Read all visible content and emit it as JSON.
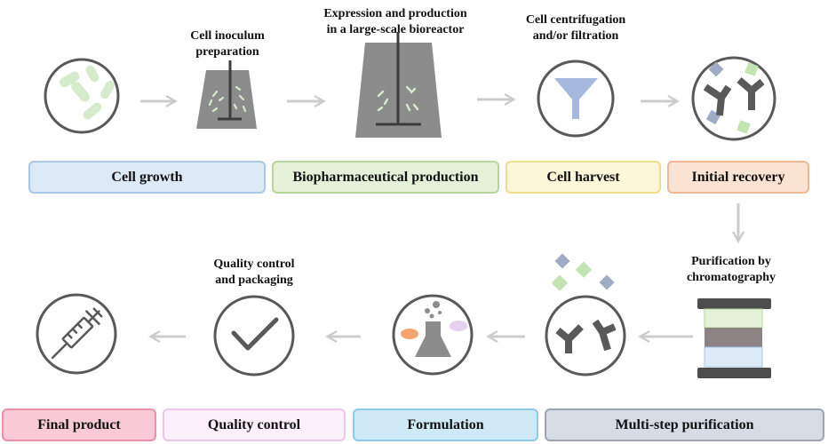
{
  "top_row": {
    "steps": [
      {
        "caption": "",
        "stage": "Cell growth"
      },
      {
        "caption_lines": [
          "Cell inoculum",
          "preparation"
        ],
        "stage": "Biopharmaceutical production"
      },
      {
        "caption_lines": [
          "Expression and production",
          "in a large-scale bioreactor"
        ]
      },
      {
        "caption_lines": [
          "Cell centrifugation",
          "and/or filtration"
        ],
        "stage": "Cell harvest"
      },
      {
        "caption": "",
        "stage": "Initial recovery"
      }
    ]
  },
  "side": {
    "caption_lines": [
      "Purification by",
      "chromatography"
    ]
  },
  "bottom_row": {
    "caption_lines": [
      "Quality control",
      "and packaging"
    ],
    "stages": [
      "Final product",
      "Quality control",
      "Formulation",
      "Multi-step purification"
    ]
  },
  "colors": {
    "cell_growth": {
      "fill": "#dce9f6",
      "border": "#a9c8e6"
    },
    "biopharma": {
      "fill": "#e4f0d8",
      "border": "#b6d69a"
    },
    "harvest": {
      "fill": "#fdf6d8",
      "border": "#f1dc8c"
    },
    "recovery": {
      "fill": "#fbe3d3",
      "border": "#f0b994"
    },
    "final": {
      "fill": "#f9c9d6",
      "border": "#ee90a8"
    },
    "quality": {
      "fill": "#fcf0fa",
      "border": "#efc6e8"
    },
    "formulation": {
      "fill": "#cfe9f7",
      "border": "#8fcaea"
    },
    "multistep": {
      "fill": "#d6dbe4",
      "border": "#9aa4b4"
    },
    "icon_stroke": "#595959",
    "arrow": "#cccccc"
  },
  "icons": [
    "cells-icon",
    "flask-icon",
    "bioreactor-icon",
    "funnel-icon",
    "antibody-icon",
    "column-icon",
    "antibody-icon",
    "beaker-icon",
    "check-icon",
    "syringe-icon"
  ]
}
